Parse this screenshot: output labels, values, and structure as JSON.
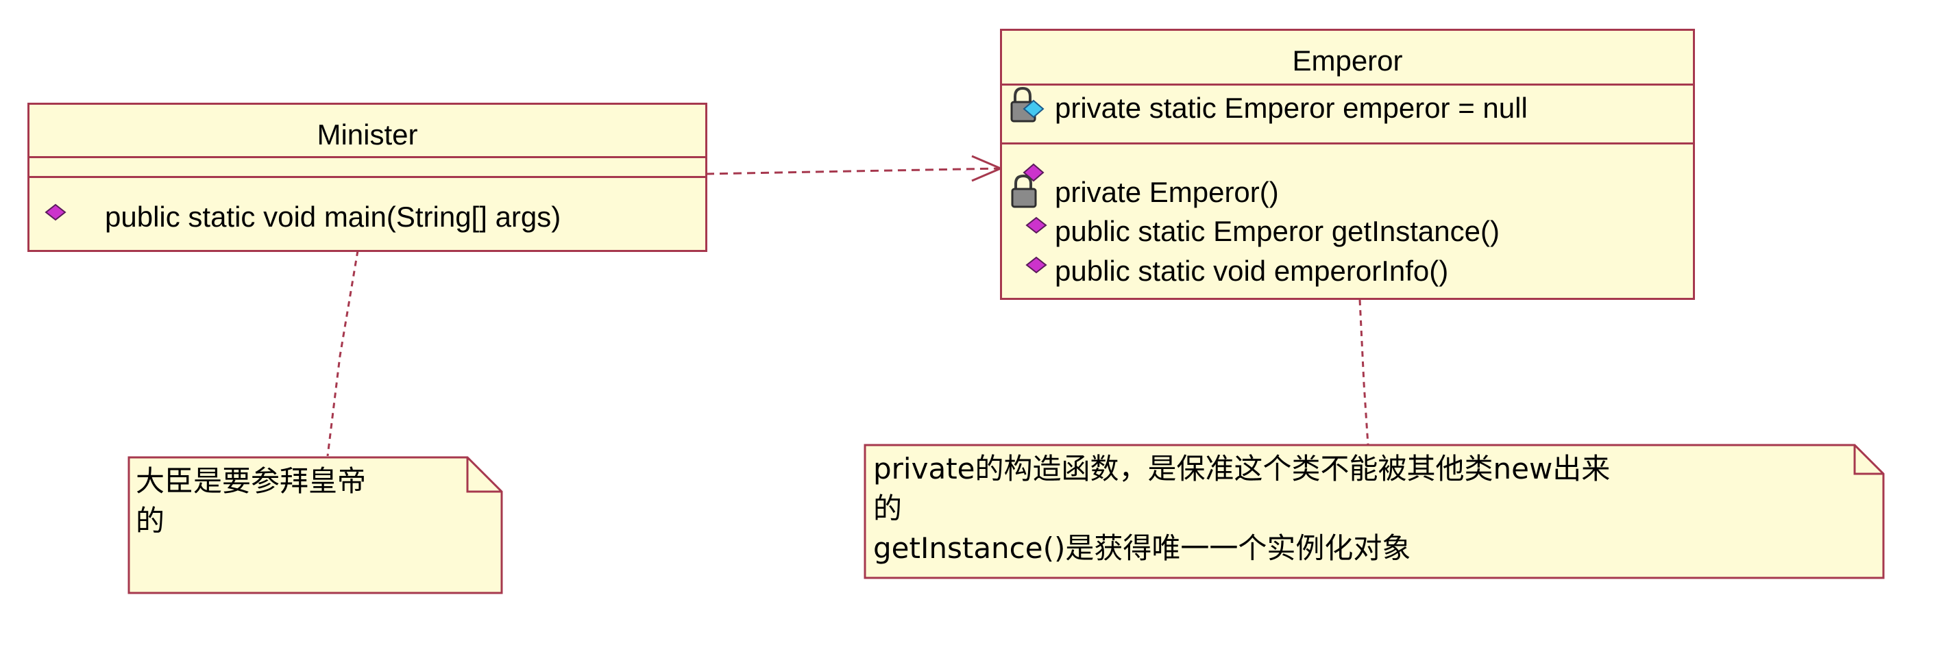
{
  "diagram": {
    "minister": {
      "name": "Minister",
      "attributes": [],
      "operations": [
        {
          "visibility": "public",
          "text": "public static void main(String[] args)"
        }
      ]
    },
    "emperor": {
      "name": "Emperor",
      "attributes": [
        {
          "visibility": "private",
          "text": "private static Emperor emperor = null"
        }
      ],
      "operations": [
        {
          "visibility": "private",
          "text": "private Emperor()"
        },
        {
          "visibility": "public",
          "text": "public static Emperor getInstance()"
        },
        {
          "visibility": "public",
          "text": "public static void emperorInfo()"
        }
      ]
    },
    "notes": {
      "minister_note": {
        "lines": [
          "大臣是要参拜皇帝",
          "的"
        ]
      },
      "emperor_note": {
        "lines": [
          "private的构造函数，是保准这个类不能被其他类new出来",
          "的",
          "getInstance()是获得唯一一个实例化对象"
        ]
      }
    },
    "relations": [
      {
        "type": "dependency",
        "from": "Minister",
        "to": "Emperor"
      }
    ],
    "colors": {
      "class_fill": "#fefbd6",
      "border": "#a6384e",
      "public_marker": "#cc33cc",
      "attribute_marker": "#44c8f0",
      "lock": "#6f6f6f"
    }
  }
}
